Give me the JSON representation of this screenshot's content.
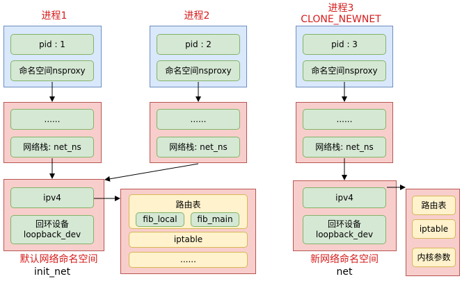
{
  "processes": [
    {
      "title": "进程1",
      "subtitle": "",
      "pid_label": "pid : 1",
      "nsproxy_label": "命名空间nsproxy",
      "dots_label": "......",
      "netns_label": "网络栈: net_ns"
    },
    {
      "title": "进程2",
      "subtitle": "",
      "pid_label": "pid : 2",
      "nsproxy_label": "命名空间nsproxy",
      "dots_label": "......",
      "netns_label": "网络栈: net_ns"
    },
    {
      "title": "进程3",
      "subtitle": "CLONE_NEWNET",
      "pid_label": "pid : 3",
      "nsproxy_label": "命名空间nsproxy",
      "dots_label": "......",
      "netns_label": "网络栈: net_ns"
    }
  ],
  "default_ns": {
    "ipv4_label": "ipv4",
    "loopback_label": "回环设备\nloopback_dev",
    "caption": "默认网络命名空间",
    "name": "init_net"
  },
  "default_ipv4_detail": {
    "route_table_label": "路由表",
    "fib_local_label": "fib_local",
    "fib_main_label": "fib_main",
    "iptable_label": "iptable",
    "dots_label": "......"
  },
  "new_ns": {
    "ipv4_label": "ipv4",
    "loopback_label": "回环设备\nloopback_dev",
    "caption": "新网络命名空间",
    "name": "net"
  },
  "new_ipv4_detail": {
    "route_table_label": "路由表",
    "iptable_label": "iptable",
    "kernel_params_label": "内核参数"
  },
  "colors": {
    "title_red": "#d61a1a",
    "blue_fill": "#dae8fc",
    "blue_stroke": "#6c8ebf",
    "red_fill": "#f8cecc",
    "red_stroke": "#b85450",
    "green_fill": "#d5e8d4",
    "green_stroke": "#82b366",
    "yellow_fill": "#fff2cc",
    "yellow_stroke": "#d6b656"
  }
}
